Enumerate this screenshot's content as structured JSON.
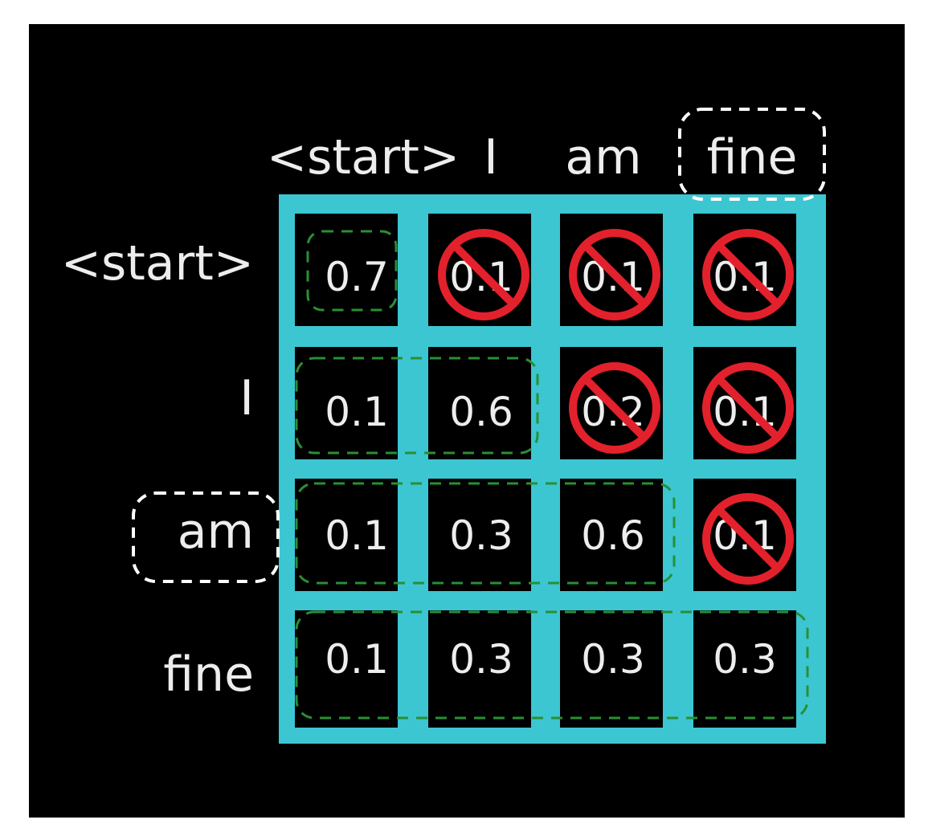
{
  "diagram": {
    "column_tokens": [
      "<start>",
      "I",
      "am",
      "fine"
    ],
    "row_tokens": [
      "<start>",
      "I",
      "am",
      "fine"
    ],
    "highlighted_column_index": 3,
    "highlighted_row_index": 2,
    "matrix": [
      [
        "0.7",
        "0.1",
        "0.1",
        "0.1"
      ],
      [
        "0.1",
        "0.6",
        "0.2",
        "0.1"
      ],
      [
        "0.1",
        "0.3",
        "0.6",
        "0.1"
      ],
      [
        "0.1",
        "0.3",
        "0.3",
        "0.3"
      ]
    ],
    "masked": [
      [
        false,
        true,
        true,
        true
      ],
      [
        false,
        false,
        true,
        true
      ],
      [
        false,
        false,
        false,
        true
      ],
      [
        false,
        false,
        false,
        false
      ]
    ],
    "colors": {
      "background": "#000000",
      "grid": "#3cc6d2",
      "cell_fill": "#000000",
      "text": "#ededed",
      "mask_icon": "#e3212c",
      "visible_outline": "#2a8f34",
      "highlight_outline": "#ffffff"
    },
    "icons": {
      "mask": "prohibited-icon"
    }
  }
}
